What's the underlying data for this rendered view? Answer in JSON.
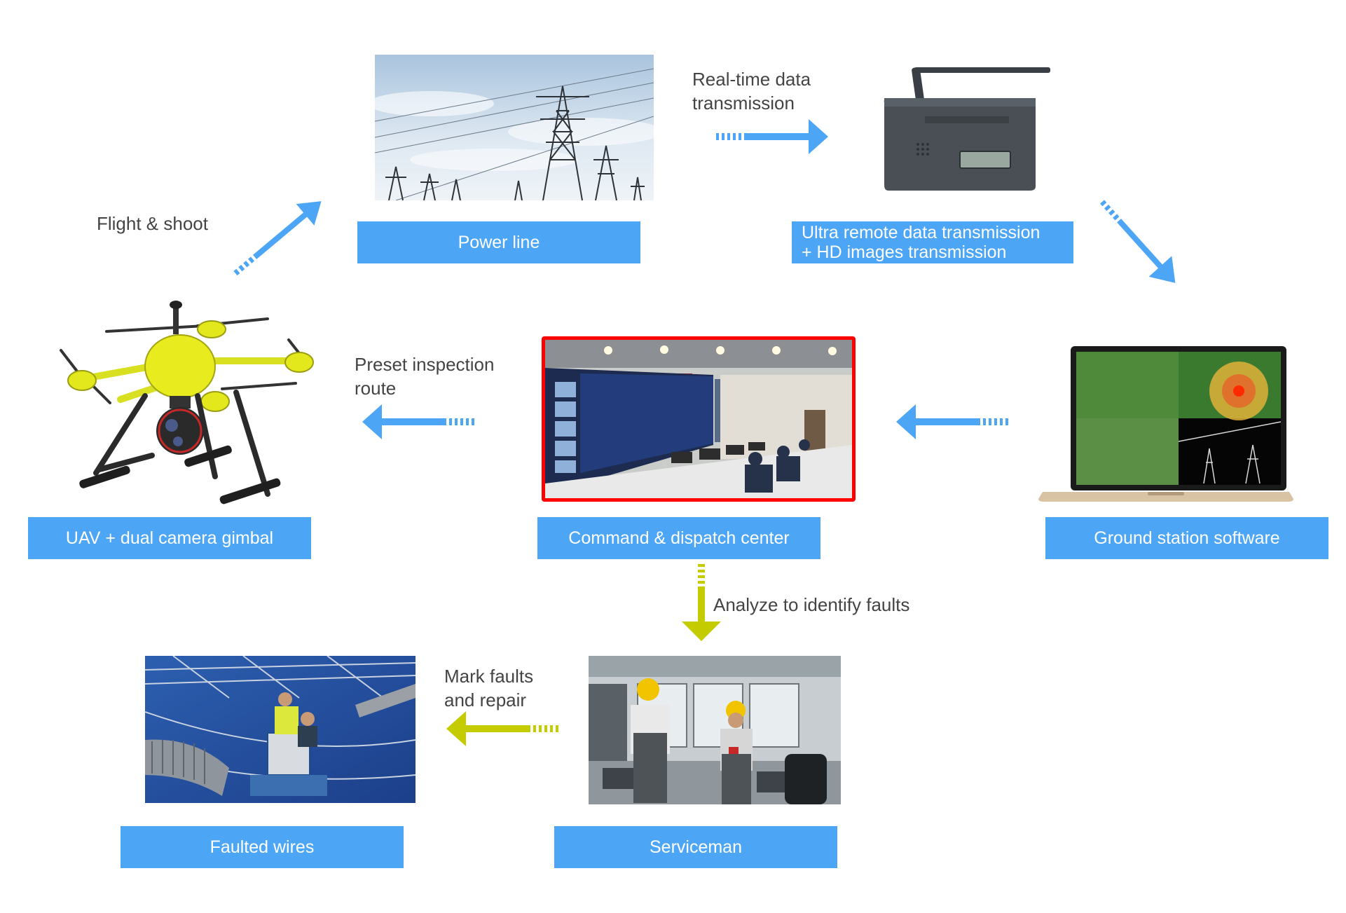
{
  "colors": {
    "label_bg": "#4da6f5",
    "blue_arrow": "#4da6f5",
    "green_arrow": "#c4cc00",
    "highlight_border": "#ff0000"
  },
  "nodes": {
    "power_line": {
      "label": "Power line"
    },
    "transmission": {
      "label_lines": [
        "Ultra remote data transmission",
        "+ HD images transmission"
      ]
    },
    "ground_station": {
      "label": "Ground station software"
    },
    "command_center": {
      "label": "Command & dispatch center"
    },
    "uav": {
      "label": "UAV + dual camera gimbal"
    },
    "serviceman": {
      "label": "Serviceman"
    },
    "faulted_wires": {
      "label": "Faulted wires"
    }
  },
  "edges": {
    "flight_shoot": {
      "label": "Flight & shoot"
    },
    "realtime": {
      "label_lines": [
        "Real-time data",
        "transmission"
      ]
    },
    "preset_route": {
      "label_lines": [
        "Preset inspection",
        "route"
      ]
    },
    "analyze": {
      "label": "Analyze to identify faults"
    },
    "mark_repair": {
      "label_lines": [
        "Mark faults",
        "and repair"
      ]
    }
  }
}
